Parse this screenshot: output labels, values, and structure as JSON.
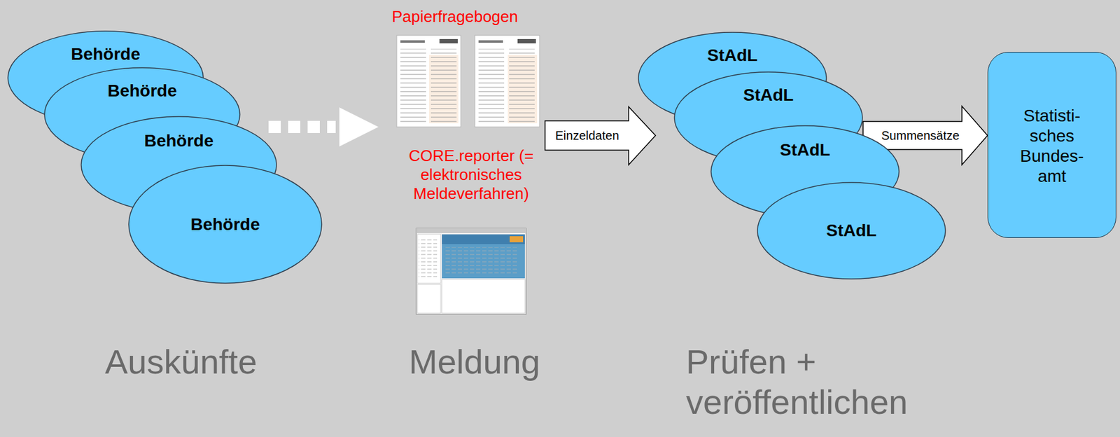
{
  "diagram": {
    "nodes": [
      {
        "text": [
          "Behörde"
        ]
      },
      {
        "text": [
          "Behörde"
        ]
      },
      {
        "text": [
          "Behörde"
        ]
      },
      {
        "text": [
          "Behörde"
        ]
      },
      {
        "text": [
          "StAdL"
        ]
      },
      {
        "text": [
          "StAdL"
        ]
      },
      {
        "text": [
          "StAdL"
        ]
      },
      {
        "text": [
          "StAdL"
        ]
      },
      {
        "text": [
          "Statisti- sches Bundes- amt"
        ]
      }
    ],
    "edges": [
      {
        "from": 5,
        "to": 8,
        "label": "Summensätze",
        "arrow": "to"
      }
    ],
    "labels": [
      "Papierfragebogen",
      "CORE.reporter (= elektronisches Meldeverfahren)",
      "Einzeldaten",
      "Auskünfte",
      "Meldung",
      "Prüfen + veröffentlichen"
    ]
  }
}
